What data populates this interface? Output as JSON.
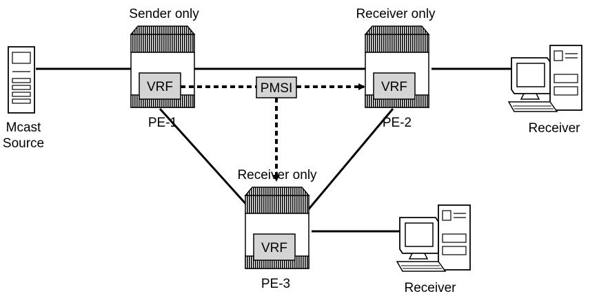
{
  "diagram": {
    "nodes": {
      "pe1": {
        "name": "PE-1",
        "role": "Sender only",
        "vrf": "VRF"
      },
      "pe2": {
        "name": "PE-2",
        "role": "Receiver only",
        "vrf": "VRF"
      },
      "pe3": {
        "name": "PE-3",
        "role": "Receiver only",
        "vrf": "VRF"
      },
      "source": {
        "line1": "Mcast",
        "line2": "Source"
      },
      "receiver_right": {
        "label": "Receiver"
      },
      "receiver_bottom": {
        "label": "Receiver"
      }
    },
    "pmsi": {
      "label": "PMSI"
    }
  }
}
